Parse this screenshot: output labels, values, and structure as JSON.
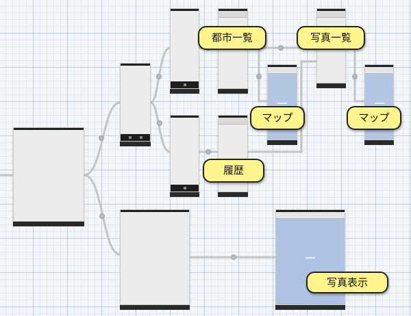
{
  "callouts": {
    "city_list": "都市一覧",
    "photo_list": "写真一覧",
    "map_1": "マップ",
    "map_2": "マップ",
    "history": "履歴",
    "photo_view": "写真表示"
  },
  "colors": {
    "callout_fill": "#fff58c",
    "segue_line": "#c4c4c4",
    "map_scene_fill": "#b3c6e3",
    "scene_fill": "#ececec"
  }
}
